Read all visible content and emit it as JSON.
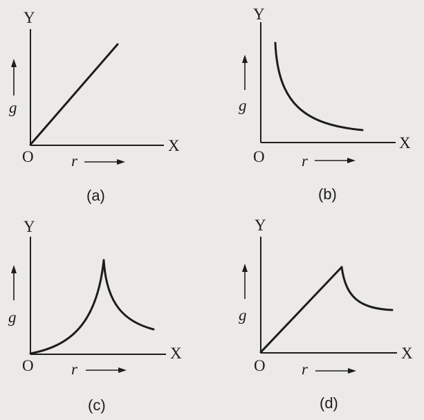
{
  "panels": [
    {
      "caption": "(a)",
      "y_axis": "Y",
      "x_axis": "X",
      "origin": "O",
      "x_var": "r",
      "y_var": "g"
    },
    {
      "caption": "(b)",
      "y_axis": "Y",
      "x_axis": "X",
      "origin": "O",
      "x_var": "r",
      "y_var": "g"
    },
    {
      "caption": "(c)",
      "y_axis": "Y",
      "x_axis": "X",
      "origin": "O",
      "x_var": "r",
      "y_var": "g"
    },
    {
      "caption": "(d)",
      "y_axis": "Y",
      "x_axis": "X",
      "origin": "O",
      "x_var": "r",
      "y_var": "g"
    }
  ]
}
